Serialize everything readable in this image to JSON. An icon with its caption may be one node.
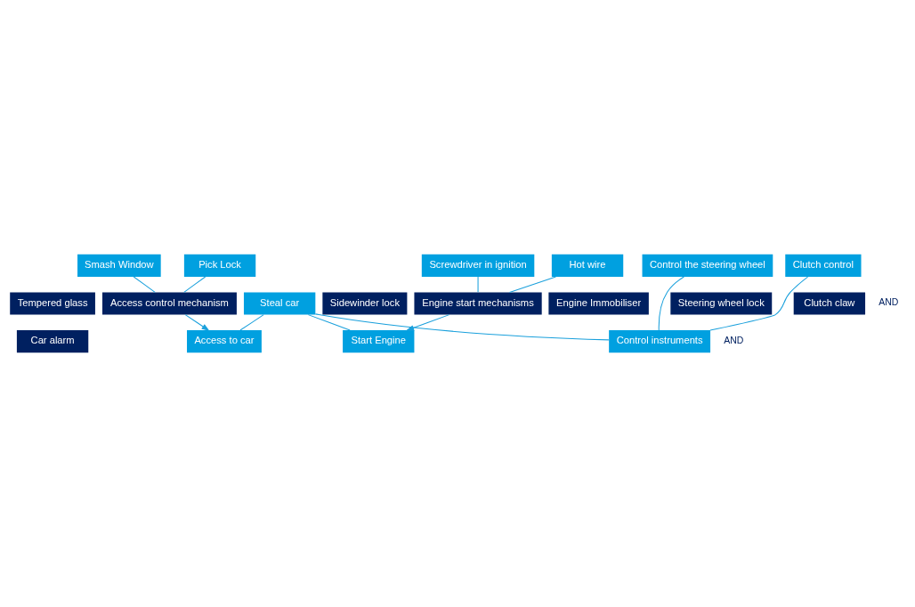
{
  "diagram": {
    "nodes": [
      {
        "text": [
          "Steal car"
        ]
      },
      {
        "text": [
          "Access to car"
        ]
      },
      {
        "text": [
          "Start Engine"
        ]
      },
      {
        "text": [
          "Control instruments"
        ]
      },
      {
        "text": [
          "Access control mechanism"
        ]
      },
      {
        "text": [
          "Engine start mechanisms"
        ]
      },
      {
        "text": [
          "Smash Window"
        ]
      },
      {
        "text": [
          "Pick Lock"
        ]
      },
      {
        "text": [
          "Hot wire"
        ]
      },
      {
        "text": [
          "Screwdriver in ignition"
        ]
      },
      {
        "text": [
          "Control the steering wheel"
        ]
      },
      {
        "text": [
          "Clutch control"
        ]
      },
      {
        "text": [
          "Tempered glass"
        ]
      },
      {
        "text": [
          "Sidewinder lock"
        ]
      },
      {
        "text": [
          "Engine Immobiliser"
        ]
      },
      {
        "text": [
          "Steering wheel lock"
        ]
      },
      {
        "text": [
          "Clutch claw"
        ]
      },
      {
        "text": [
          "Car alarm"
        ]
      }
    ],
    "edges": [
      {
        "from": 0,
        "to": 1,
        "arrow": "none"
      },
      {
        "from": 0,
        "to": 2,
        "arrow": "none"
      },
      {
        "from": 0,
        "to": 3,
        "arrow": "none"
      },
      {
        "from": 4,
        "to": 1,
        "arrow": "to"
      },
      {
        "from": 5,
        "to": 2,
        "arrow": "to"
      },
      {
        "from": 6,
        "to": 4,
        "arrow": "none"
      },
      {
        "from": 7,
        "to": 4,
        "arrow": "none"
      },
      {
        "from": 8,
        "to": 5,
        "arrow": "none"
      },
      {
        "from": 9,
        "to": 5,
        "arrow": "none"
      },
      {
        "from": 10,
        "to": 3,
        "arrow": "none"
      },
      {
        "from": 11,
        "to": 3,
        "arrow": "none"
      }
    ],
    "labels": [
      "AND",
      "AND"
    ]
  }
}
